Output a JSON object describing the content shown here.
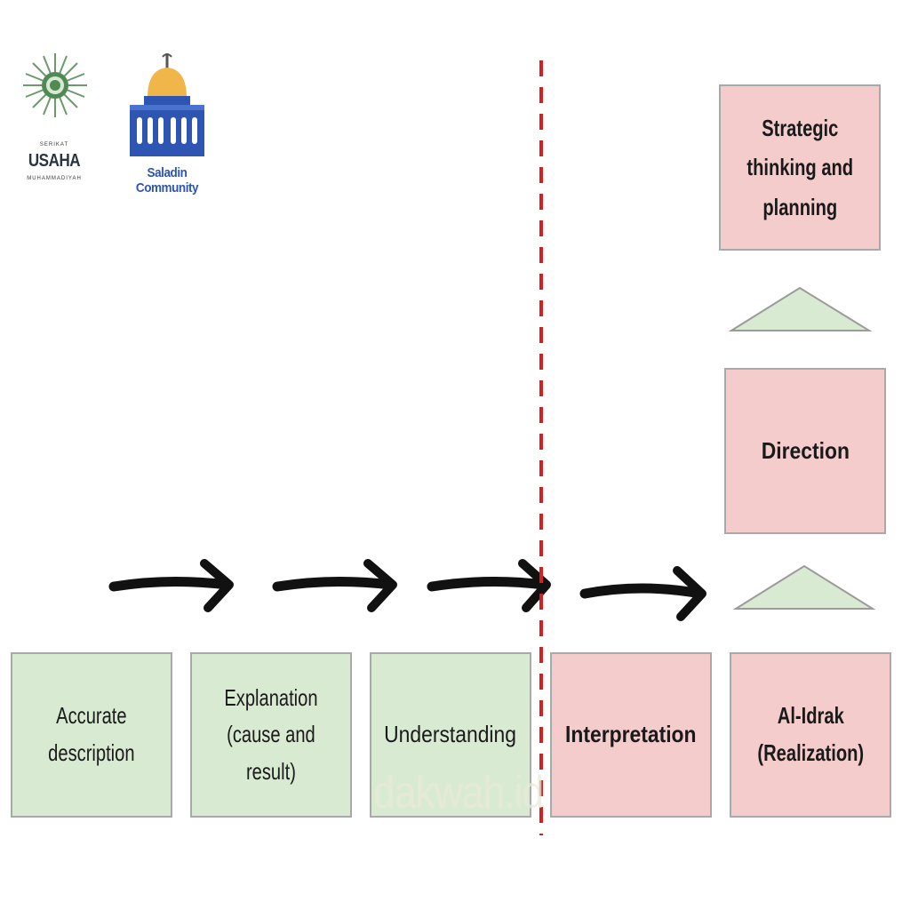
{
  "logos": {
    "usaha": {
      "line1": "SERIKAT",
      "line2": "USAHA",
      "line3": "MUHAMMADIYAH"
    },
    "saladin": {
      "label": "Saladin Community"
    }
  },
  "diagram": {
    "steps": [
      {
        "label": "Accurate description",
        "line1": "Accurate",
        "line2": "description"
      },
      {
        "label": "Explanation (cause and result)",
        "line1": "Explanation",
        "line2": "(cause and",
        "line3": "result)"
      },
      {
        "label": "Understanding"
      },
      {
        "label": "Interpretation"
      },
      {
        "label": "Al-Idrak (Realization)",
        "line1": "Al-Idrak",
        "line2": "(Realization)"
      }
    ],
    "direction": "Direction",
    "strategic": {
      "line1": "Strategic",
      "line2": "thinking and",
      "line3": "planning"
    },
    "watermark": "dakwah.id"
  },
  "colors": {
    "green_box": "#d9ead3",
    "pink_box": "#f4cccc",
    "divider": "#d62020",
    "triangle": "#d9ead3",
    "logo_blue": "#2f55b3"
  }
}
